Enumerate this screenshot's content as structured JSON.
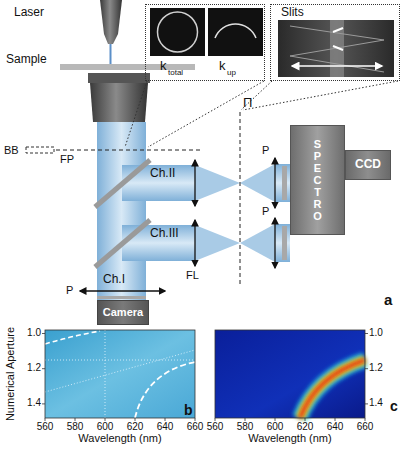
{
  "diagram": {
    "nodes": [
      {
        "text": [
          "k",
          "total",
          "k",
          "up"
        ]
      },
      {
        "text": [
          "Slits"
        ]
      },
      {
        "text": [
          "SPECTRO"
        ]
      },
      {
        "text": [
          "CCD"
        ]
      },
      {
        "text": [
          "Camera"
        ]
      }
    ],
    "labels": [
      "Laser",
      "Sample",
      "BB",
      "FP",
      "Π",
      "P",
      "P",
      "Ch.II",
      "Ch.III",
      "Ch.I",
      "FL",
      "P",
      "a",
      "Numerical Aperture",
      "1.0",
      "1.2",
      "1.4",
      "560",
      "580",
      "600",
      "620",
      "640",
      "660",
      "Wavelength (nm)",
      "b",
      "c",
      "1.0",
      "1.2",
      "1.4",
      "560",
      "580",
      "600",
      "620",
      "640",
      "660",
      "Wavelength (nm)"
    ]
  }
}
